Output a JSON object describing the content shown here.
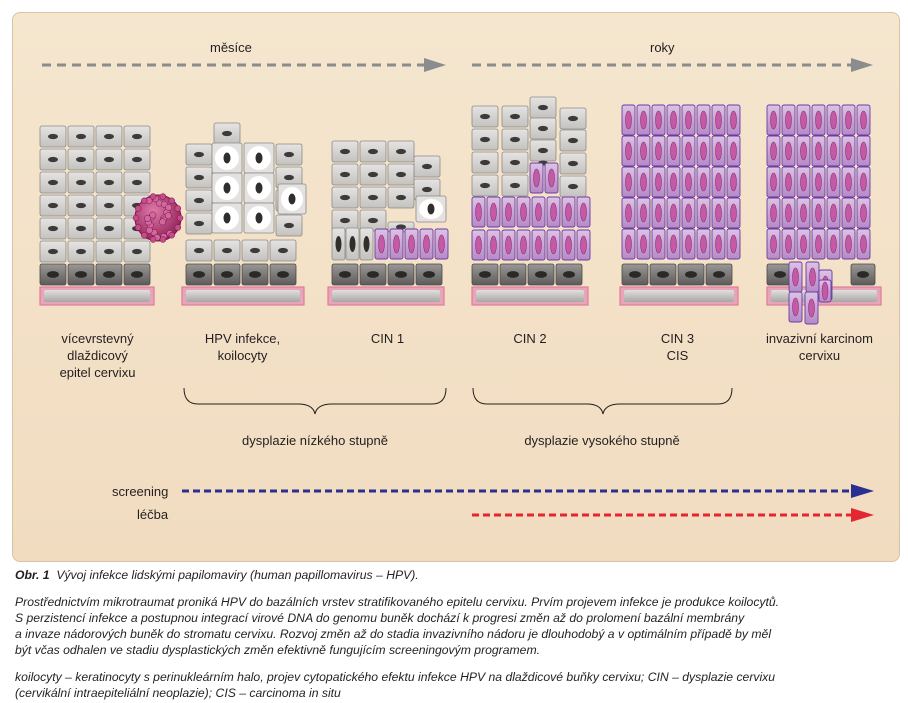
{
  "timeline": {
    "months_label": "měsíce",
    "years_label": "roky"
  },
  "stages": [
    {
      "label": "vícevrstevný\ndlaždicový\nepitel cervixu"
    },
    {
      "label": "HPV infekce,\nkoilocyty"
    },
    {
      "label": "CIN 1"
    },
    {
      "label": "CIN 2"
    },
    {
      "label": "CIN 3\nCIS"
    },
    {
      "label": "invazivní karcinom\ncervixu"
    }
  ],
  "groups": {
    "low_grade": "dysplazie nízkého stupně",
    "high_grade": "dysplazie vysokého stupně"
  },
  "arrows": {
    "screening": {
      "label": "screening",
      "color": "#2b2f8f"
    },
    "treatment": {
      "label": "léčba",
      "color": "#e3262f"
    }
  },
  "colors": {
    "panel_bg": "#f3e1c7",
    "normal_cell": "#d4d2cf",
    "basal_cell": "#7b7977",
    "basement_membrane": "#c8c5c2",
    "basement_border": "#e07b9a",
    "dysplastic_cell": "#c39bd1",
    "dysplastic_border": "#6c3ba0",
    "virus": "#b0306b",
    "time_arrow": "#8a8c8e"
  },
  "icons": {
    "virus": "hpv-virion-icon",
    "koilocyte": "koilocyte-icon"
  },
  "caption": {
    "figure_number": "Obr. 1",
    "title": "Vývoj infekce lidskými papilomaviry (human papillomavirus – HPV).",
    "description_lines": [
      "Prostřednictvím mikrotraumat proniká HPV do bazálních vrstev stratifikovaného epitelu cervixu. Prvím projevem infekce je produkce koilocytů.",
      "S perzistencí infekce a postupnou integrací virové DNA do genomu buněk dochází k progresi změn až do prolomení bazální membrány",
      "a invaze nádorových buněk do stromatu cervixu. Rozvoj změn až do stadia invazivního nádoru je dlouhodobý a v optimálním případě by měl",
      "být včas odhalen ve stadiu dysplastických změn efektivně fungujícím screeningovým programem."
    ],
    "abbrev_lines": [
      "koilocyty – keratinocyty s perinukleárním halo, projev cytopatického efektu infekce HPV na dlaždicové buňky cervixu; CIN – dysplazie cervixu",
      "(cervikální intraepiteliální neoplazie); CIS – carcinoma in situ"
    ]
  }
}
